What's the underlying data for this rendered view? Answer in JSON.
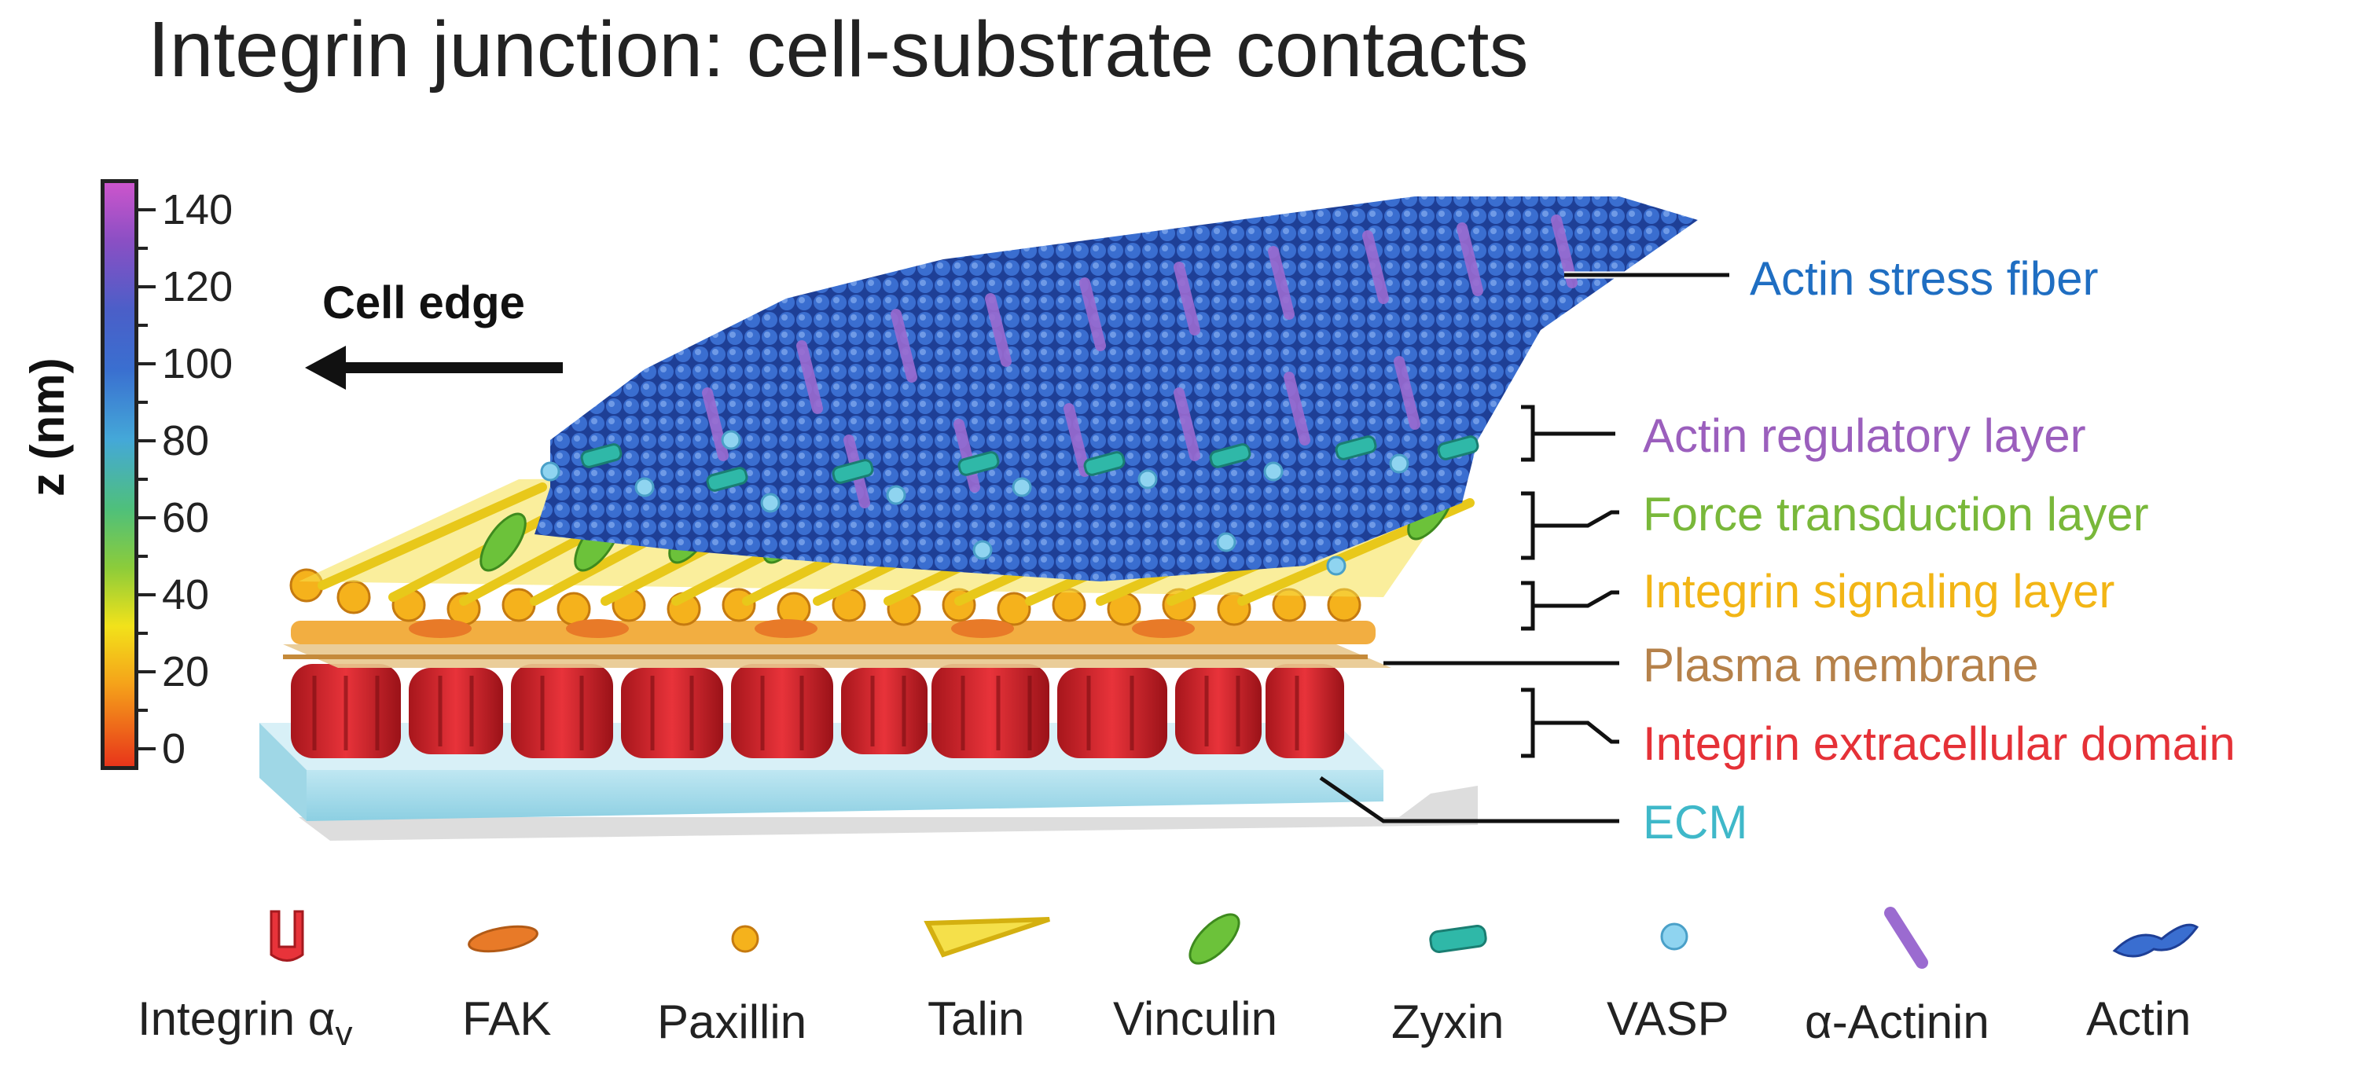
{
  "title": "Integrin junction: cell-substrate contacts",
  "axis": {
    "label": "z (nm)",
    "ticks": [
      "140",
      "120",
      "100",
      "80",
      "60",
      "40",
      "20",
      "0"
    ]
  },
  "cell_edge": "Cell edge",
  "layers": [
    {
      "label": "Actin stress fiber",
      "color": "#1f6ec2"
    },
    {
      "label": "Actin regulatory layer",
      "color": "#9b5fbd"
    },
    {
      "label": "Force transduction layer",
      "color": "#79b83a"
    },
    {
      "label": "Integrin signaling layer",
      "color": "#f2b515"
    },
    {
      "label": "Plasma membrane",
      "color": "#b5814a"
    },
    {
      "label": "Integrin extracellular domain",
      "color": "#e53137"
    },
    {
      "label": "ECM",
      "color": "#3fb8c9"
    }
  ],
  "legend": [
    {
      "label": "Integrin α",
      "sub": "v",
      "icon": "integrin-icon"
    },
    {
      "label": "FAK",
      "icon": "fak-icon"
    },
    {
      "label": "Paxillin",
      "icon": "paxillin-icon"
    },
    {
      "label": "Talin",
      "icon": "talin-icon"
    },
    {
      "label": "Vinculin",
      "icon": "vinculin-icon"
    },
    {
      "label": "Zyxin",
      "icon": "zyxin-icon"
    },
    {
      "label": "VASP",
      "icon": "vasp-icon"
    },
    {
      "label": "α-Actinin",
      "icon": "actinin-icon"
    },
    {
      "label": "Actin",
      "icon": "actin-icon"
    }
  ]
}
